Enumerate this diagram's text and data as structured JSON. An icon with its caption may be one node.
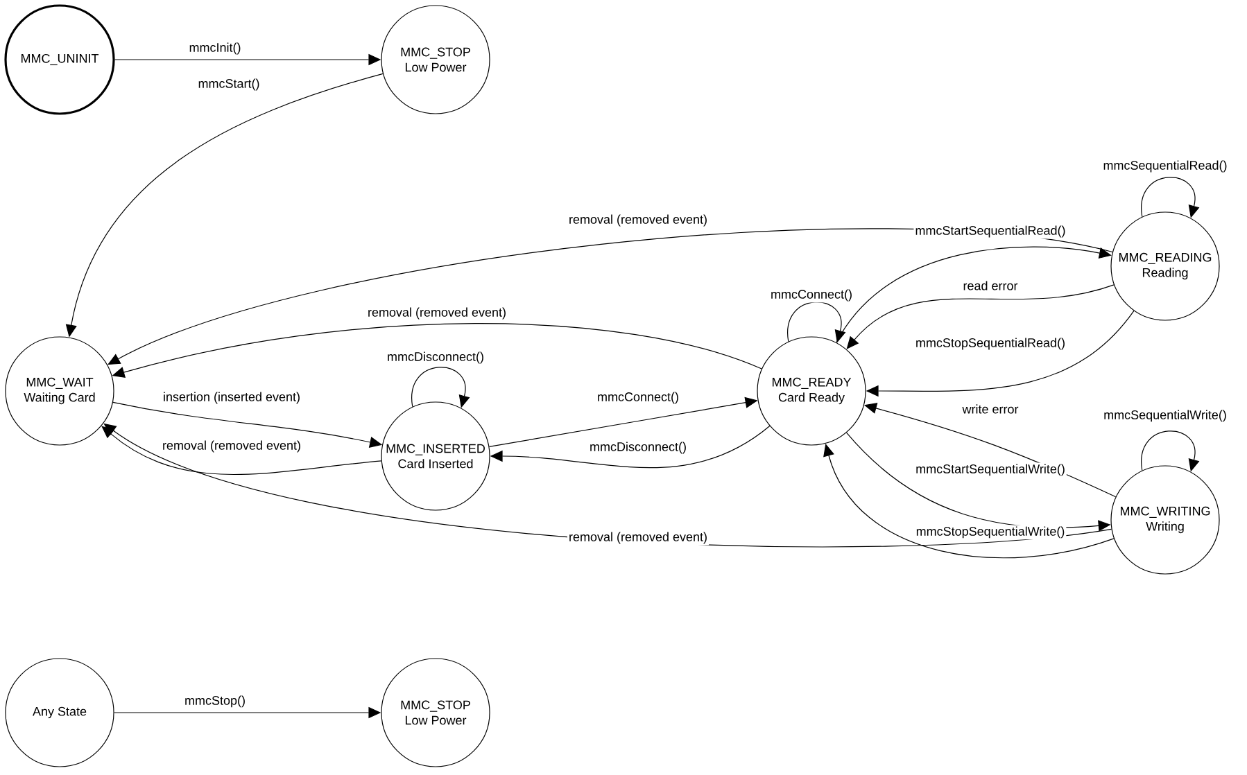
{
  "diagram": {
    "nodes": [
      {
        "text": [
          "MMC_UNINIT"
        ]
      },
      {
        "text": [
          "MMC_STOP",
          "Low Power"
        ]
      },
      {
        "text": [
          "MMC_WAIT",
          "Waiting Card"
        ]
      },
      {
        "text": [
          "MMC_INSERTED",
          "Card Inserted"
        ]
      },
      {
        "text": [
          "MMC_READY",
          "Card Ready"
        ]
      },
      {
        "text": [
          "MMC_READING",
          "Reading"
        ]
      },
      {
        "text": [
          "MMC_WRITING",
          "Writing"
        ]
      },
      {
        "text": [
          "Any State"
        ]
      },
      {
        "text": [
          "MMC_STOP",
          "Low Power"
        ]
      }
    ],
    "edges": [
      {
        "from": 0,
        "to": 1,
        "arrow": "to",
        "label": "mmcInit()"
      },
      {
        "from": 1,
        "to": 2,
        "arrow": "to",
        "label": "mmcStart()"
      },
      {
        "from": 5,
        "to": 2,
        "arrow": "to",
        "label": "removal (removed event)"
      },
      {
        "from": 4,
        "to": 2,
        "arrow": "to",
        "label": "removal (removed event)"
      },
      {
        "from": 2,
        "to": 3,
        "arrow": "to",
        "label": "insertion (inserted event)"
      },
      {
        "from": 3,
        "to": 2,
        "arrow": "to",
        "label": "removal (removed event)"
      },
      {
        "from": 6,
        "to": 2,
        "arrow": "to",
        "label": "removal (removed event)"
      },
      {
        "from": 3,
        "to": 3,
        "arrow": "to",
        "label": "mmcDisconnect()"
      },
      {
        "from": 3,
        "to": 4,
        "arrow": "to",
        "label": "mmcConnect()"
      },
      {
        "from": 4,
        "to": 3,
        "arrow": "to",
        "label": "mmcDisconnect()"
      },
      {
        "from": 4,
        "to": 4,
        "arrow": "to",
        "label": "mmcConnect()"
      },
      {
        "from": 4,
        "to": 5,
        "arrow": "to",
        "label": "mmcStartSequentialRead()"
      },
      {
        "from": 5,
        "to": 4,
        "arrow": "to",
        "label": "read error"
      },
      {
        "from": 5,
        "to": 4,
        "arrow": "to",
        "label": "mmcStopSequentialRead()"
      },
      {
        "from": 5,
        "to": 5,
        "arrow": "to",
        "label": "mmcSequentialRead()"
      },
      {
        "from": 4,
        "to": 6,
        "arrow": "to",
        "label": "mmcStartSequentialWrite()"
      },
      {
        "from": 6,
        "to": 4,
        "arrow": "to",
        "label": "write error"
      },
      {
        "from": 6,
        "to": 4,
        "arrow": "to",
        "label": "mmcStopSequentialWrite()"
      },
      {
        "from": 6,
        "to": 6,
        "arrow": "to",
        "label": "mmcSequentialWrite()"
      },
      {
        "from": 7,
        "to": 8,
        "arrow": "to",
        "label": "mmcStop()"
      }
    ]
  }
}
